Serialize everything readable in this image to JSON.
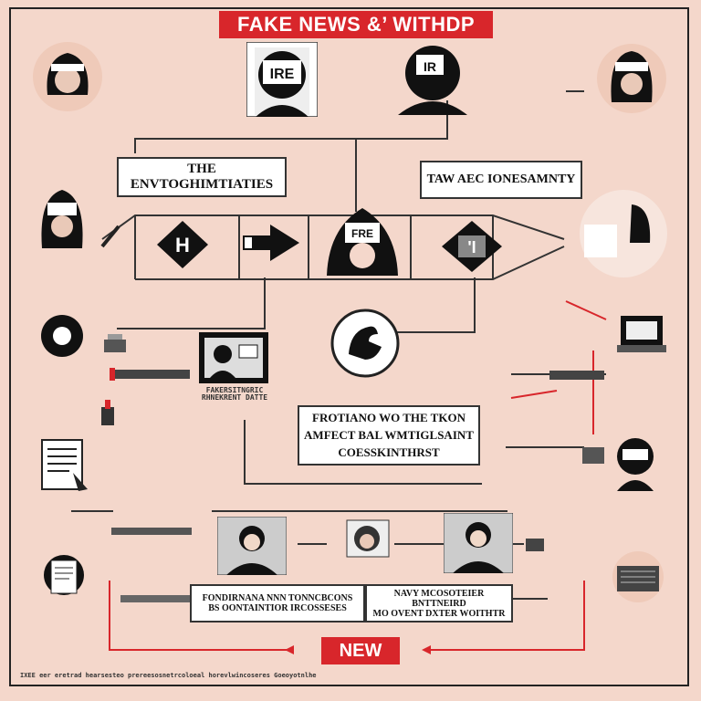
{
  "title": "FAKE NEWS &’ WITHDP",
  "boxes": {
    "top_left": "THE ENVTOGHIMTIATIES",
    "top_right": "TAW AEC IONESAMNTY",
    "center": [
      "FROTIANO WO THE TKON",
      "AMFECT BAL WMTIGLSAINT",
      "COESSKINTHRST"
    ],
    "bottom_left": [
      "FONDIRNANA NNN TONNCBCONS",
      "BS OONTAINTIOR IRCOSSESES"
    ],
    "bottom_right": [
      "NAVY MCOSOTEIER BNTTNEIRD",
      "MO OVENT DXTER WOITHTR"
    ]
  },
  "icons": {
    "left_diamond": "H",
    "right_diamond": "'I",
    "portrait_top_left": "IRE",
    "portrait_top_right": "IR",
    "portrait_center": "FRE"
  },
  "new_label": "NEW",
  "caption_mid_left": [
    "FAKERSITNGRIC",
    "RHNEKRENT DATTE"
  ],
  "footer": "IXEE eer eretrad hearsesteo prereesosnetrcoloeal horevlwincoseres Goeoyotnlhe",
  "colors": {
    "accent": "#d8262b",
    "background": "#f4d7cb",
    "ink": "#111111"
  }
}
